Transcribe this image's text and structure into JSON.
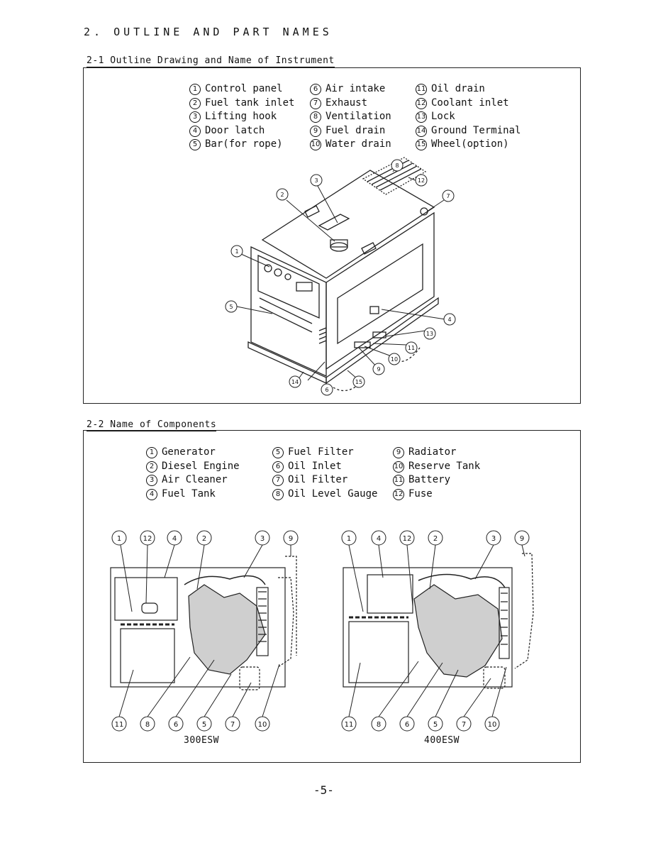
{
  "title": "2. OUTLINE AND PART NAMES",
  "section1": {
    "heading": "2-1 Outline Drawing and Name of Instrument",
    "columns": [
      [
        {
          "n": "1",
          "label": "Control panel"
        },
        {
          "n": "2",
          "label": "Fuel tank inlet"
        },
        {
          "n": "3",
          "label": "Lifting hook"
        },
        {
          "n": "4",
          "label": "Door latch"
        },
        {
          "n": "5",
          "label": "Bar(for rope)"
        }
      ],
      [
        {
          "n": "6",
          "label": "Air intake"
        },
        {
          "n": "7",
          "label": "Exhaust"
        },
        {
          "n": "8",
          "label": "Ventilation"
        },
        {
          "n": "9",
          "label": "Fuel drain"
        },
        {
          "n": "10",
          "label": "Water drain"
        }
      ],
      [
        {
          "n": "11",
          "label": "Oil drain"
        },
        {
          "n": "12",
          "label": "Coolant inlet"
        },
        {
          "n": "13",
          "label": "Lock"
        },
        {
          "n": "14",
          "label": "Ground Terminal"
        },
        {
          "n": "15",
          "label": "Wheel(option)"
        }
      ]
    ],
    "callouts": [
      "1",
      "2",
      "3",
      "4",
      "5",
      "6",
      "7",
      "8",
      "9",
      "10",
      "11",
      "12",
      "13",
      "14",
      "15"
    ]
  },
  "section2": {
    "heading": "2-2 Name of Components",
    "columns": [
      [
        {
          "n": "1",
          "label": "Generator"
        },
        {
          "n": "2",
          "label": "Diesel Engine"
        },
        {
          "n": "3",
          "label": "Air Cleaner"
        },
        {
          "n": "4",
          "label": "Fuel Tank"
        }
      ],
      [
        {
          "n": "5",
          "label": "Fuel Filter"
        },
        {
          "n": "6",
          "label": "Oil Inlet"
        },
        {
          "n": "7",
          "label": "Oil Filter"
        },
        {
          "n": "8",
          "label": "Oil Level Gauge"
        }
      ],
      [
        {
          "n": "9",
          "label": "Radiator"
        },
        {
          "n": "10",
          "label": "Reserve Tank"
        },
        {
          "n": "11",
          "label": "Battery"
        },
        {
          "n": "12",
          "label": "Fuse"
        }
      ]
    ],
    "left_model": "300ESW",
    "right_model": "400ESW",
    "left_top_callouts": [
      "1",
      "12",
      "4",
      "2",
      "3",
      "9"
    ],
    "left_bottom_callouts": [
      "11",
      "8",
      "6",
      "5",
      "7",
      "10"
    ],
    "right_top_callouts": [
      "1",
      "4",
      "12",
      "2",
      "3",
      "9"
    ],
    "right_bottom_callouts": [
      "11",
      "8",
      "6",
      "5",
      "7",
      "10"
    ]
  },
  "page_number": "-5-"
}
